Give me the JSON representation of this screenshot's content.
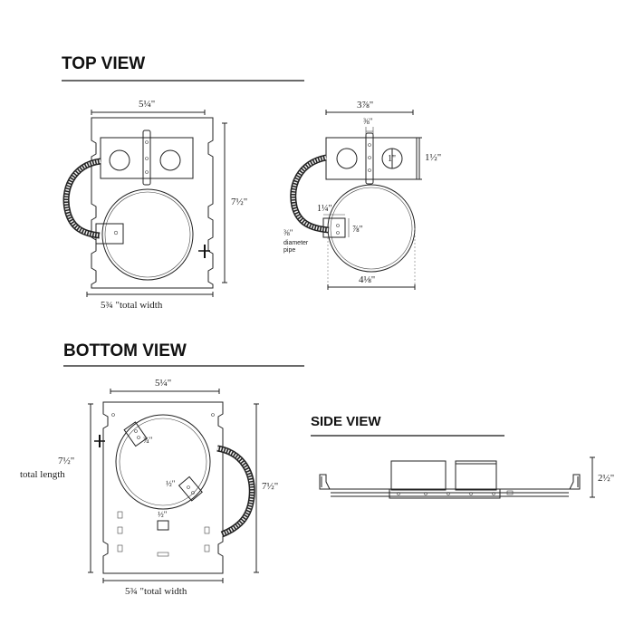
{
  "sections": {
    "top_view": "TOP VIEW",
    "bottom_view": "BOTTOM VIEW",
    "side_view": "SIDE VIEW"
  },
  "top_view": {
    "width_top": "5¼\"",
    "height": "7½\"",
    "total_width": "5¾ \"total width"
  },
  "top_detail": {
    "width": "3⅞\"",
    "slot": "⅜\"",
    "hole": "1\"",
    "box_height": "1½\"",
    "bracket_width": "1¼\"",
    "bracket_height": "⅞\"",
    "pipe_label_1": "⅜\"",
    "pipe_label_2": "diameter",
    "pipe_label_3": "pipe",
    "ring_width": "4⅛\""
  },
  "bottom_view": {
    "width_top": "5¼\"",
    "length_1": "7½\"",
    "length_2": "total length",
    "clip_upper": "¾\"",
    "clip_lower": "½\"",
    "slot": "½\"",
    "height_right": "7½\"",
    "total_width": "5¾ \"total width"
  },
  "side_view": {
    "height": "2½\""
  }
}
